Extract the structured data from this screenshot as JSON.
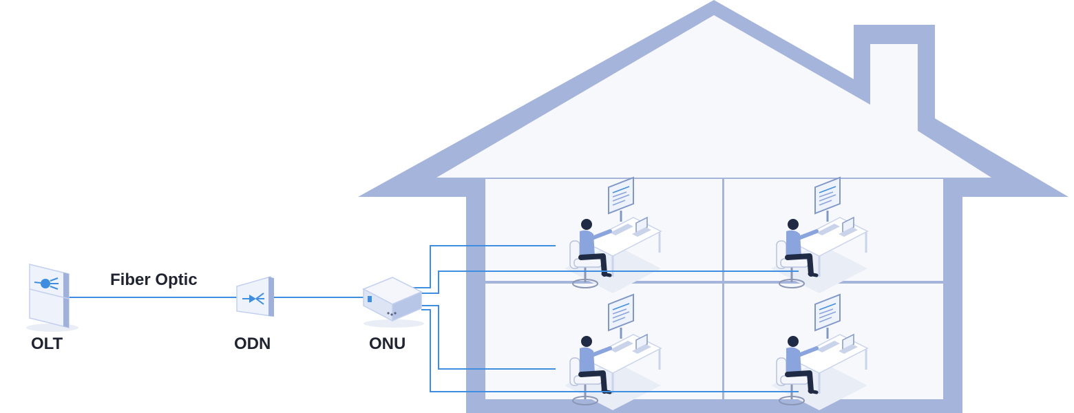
{
  "labels": {
    "olt": "OLT",
    "odn": "ODN",
    "onu": "ONU",
    "link": "Fiber Optic"
  },
  "colors": {
    "house_wall": "#a5b4da",
    "house_fill": "#f7f8fb",
    "fiber_line": "#3d8ee0",
    "device_body": "#eef2fb",
    "device_side": "#c2d0ee",
    "device_accent": "#3d8ee0",
    "person_shirt": "#8aa4dd",
    "person_pants": "#1f2a44",
    "text": "#1f2430"
  },
  "icons": {
    "olt": "olt-device-icon",
    "odn": "splitter-icon",
    "onu": "router-icon",
    "room": "office-worker-icon"
  },
  "rooms": [
    {
      "name": "room-top-left"
    },
    {
      "name": "room-top-right"
    },
    {
      "name": "room-bottom-left"
    },
    {
      "name": "room-bottom-right"
    }
  ]
}
